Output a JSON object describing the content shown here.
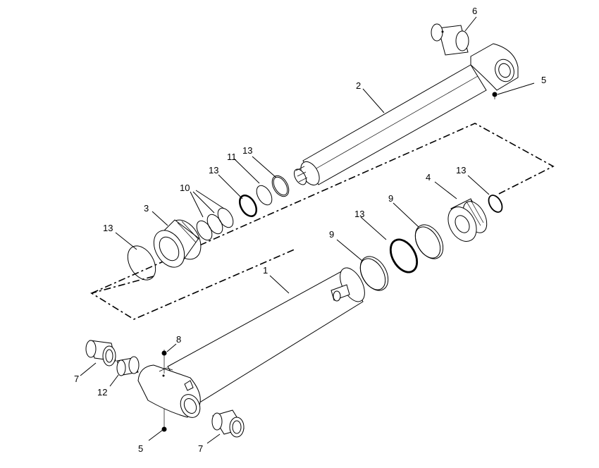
{
  "labels": {
    "l1": "1",
    "l2": "2",
    "l3": "3",
    "l4": "4",
    "l5a": "5",
    "l5b": "5",
    "l6": "6",
    "l7a": "7",
    "l7b": "7",
    "l8": "8",
    "l9a": "9",
    "l9b": "9",
    "l10": "10",
    "l11": "11",
    "l12": "12",
    "l13a": "13",
    "l13b": "13",
    "l13c": "13",
    "l13d": "13",
    "l13e": "13"
  }
}
